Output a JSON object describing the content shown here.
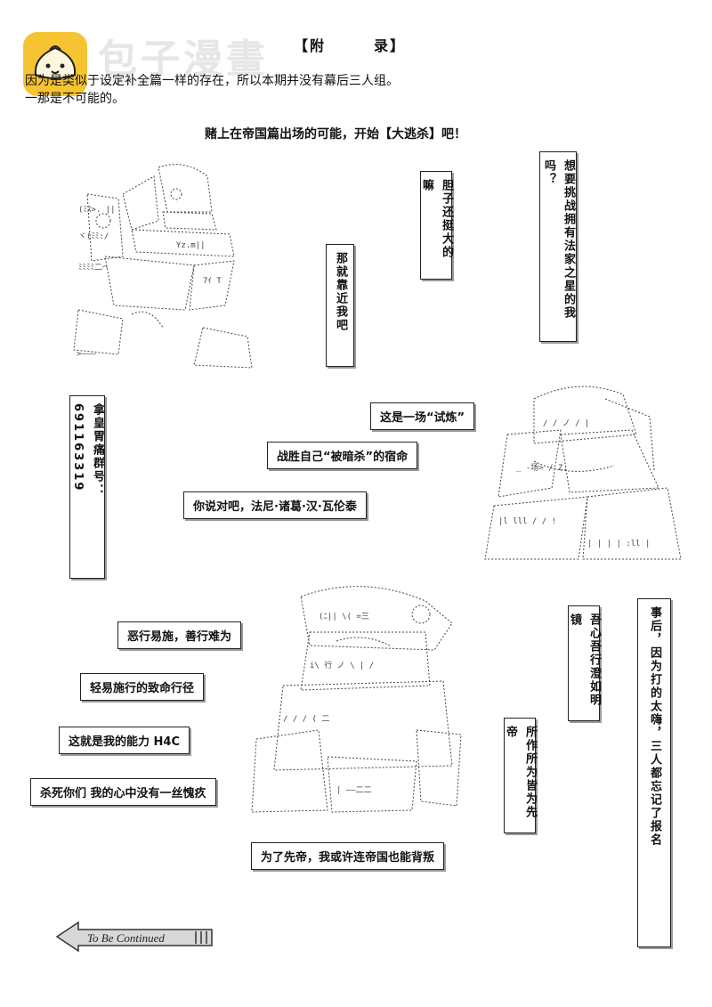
{
  "watermark": {
    "logo_text": "包子漫畫",
    "url": "bzmh.com",
    "badge_color": "#f6c332"
  },
  "header": {
    "title": "【附　　　录】"
  },
  "intro": {
    "line1": "因为是类似于设定补全篇一样的存在，所以本期并没有幕后三人组。",
    "line2": "一那是不可能的。"
  },
  "subtitle": "赌上在帝国篇出场的可能，开始【大逃杀】吧！",
  "boxes": {
    "come_closer": "那就靠近我吧",
    "bold_enough": "胆子还挺大的嘛",
    "challenge": "想要挑战拥有法家之星的我吗？",
    "group_number": "拿皇胃痛群号：691163319",
    "trial": "这是一场“试炼”",
    "fate": "战胜自己“被暗杀”的宿命",
    "right_name": "你说对吧，法尼·诸葛·汉·瓦伦泰",
    "evil_easy": "恶行易施，善行难为",
    "fatal_path": "轻易施行的致命行径",
    "ability": "这就是我的能力 H4C",
    "no_guilt": "杀死你们 我的心中没有一丝愧疚",
    "for_emperor": "为了先帝，我或许连帝国也能背叛",
    "heart_mirror": "吾心吾行澄如明镜",
    "all_for_emperor": "所作所为皆为先帝",
    "afterwards": "事后，因为打的太嗨，三人都忘记了报名"
  },
  "footer": {
    "continued": "To Be Continued"
  }
}
